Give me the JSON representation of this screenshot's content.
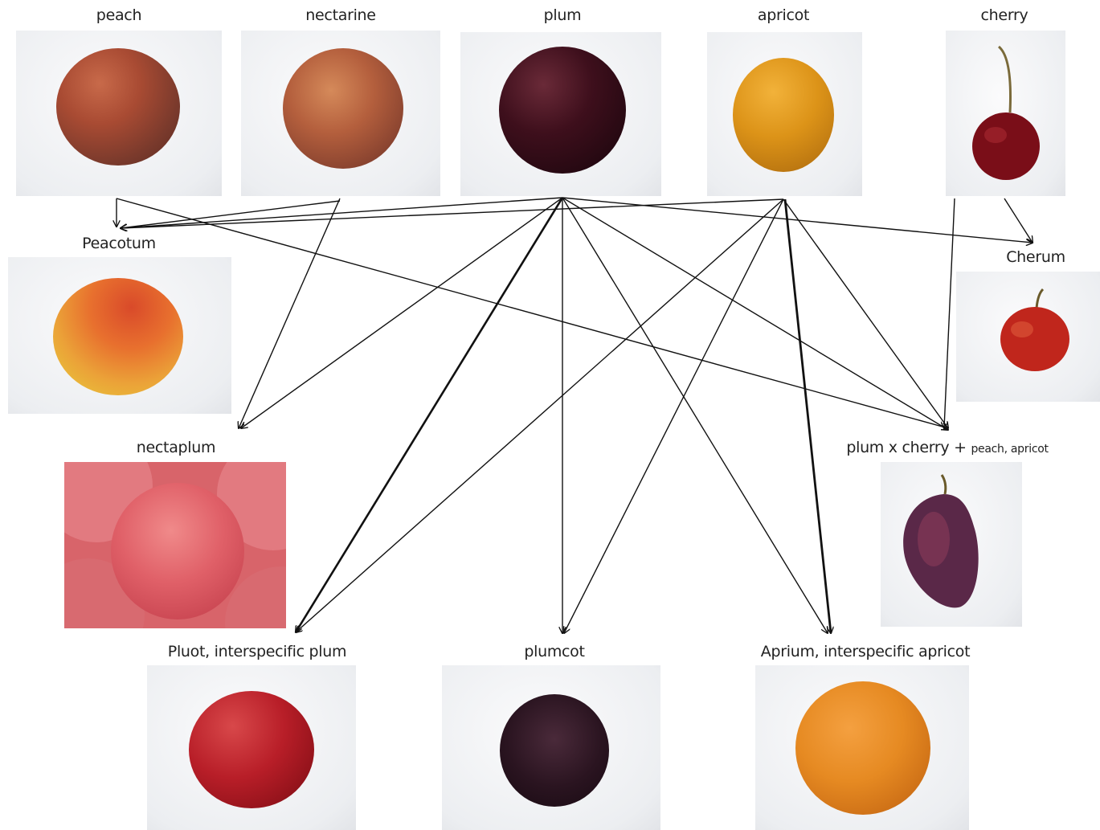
{
  "parents": {
    "peach": "peach",
    "nectarine": "nectarine",
    "plum": "plum",
    "apricot": "apricot",
    "cherry": "cherry"
  },
  "hybrids": {
    "peacotum": "Peacotum",
    "cherum": "Cherum",
    "nectaplum": "nectaplum",
    "plum_cherry_main": "plum x cherry + ",
    "plum_cherry_minor": "peach, apricot",
    "pluot": "Pluot, interspecific plum",
    "plumcot": "plumcot",
    "aprium": "Aprium, interspecific apricot"
  },
  "icons": {
    "peach": "peach-fruit",
    "nectarine": "nectarine-fruit",
    "plum": "plum-fruit",
    "apricot": "apricot-fruit",
    "cherry": "cherry-fruit",
    "peacotum": "peacotum-fruit",
    "cherum": "cherum-fruit",
    "nectaplum": "nectaplum-fruit",
    "plum_cherry": "plum-cherry-fruit",
    "pluot": "pluot-fruit",
    "plumcot": "plumcot-fruit",
    "aprium": "aprium-fruit"
  }
}
